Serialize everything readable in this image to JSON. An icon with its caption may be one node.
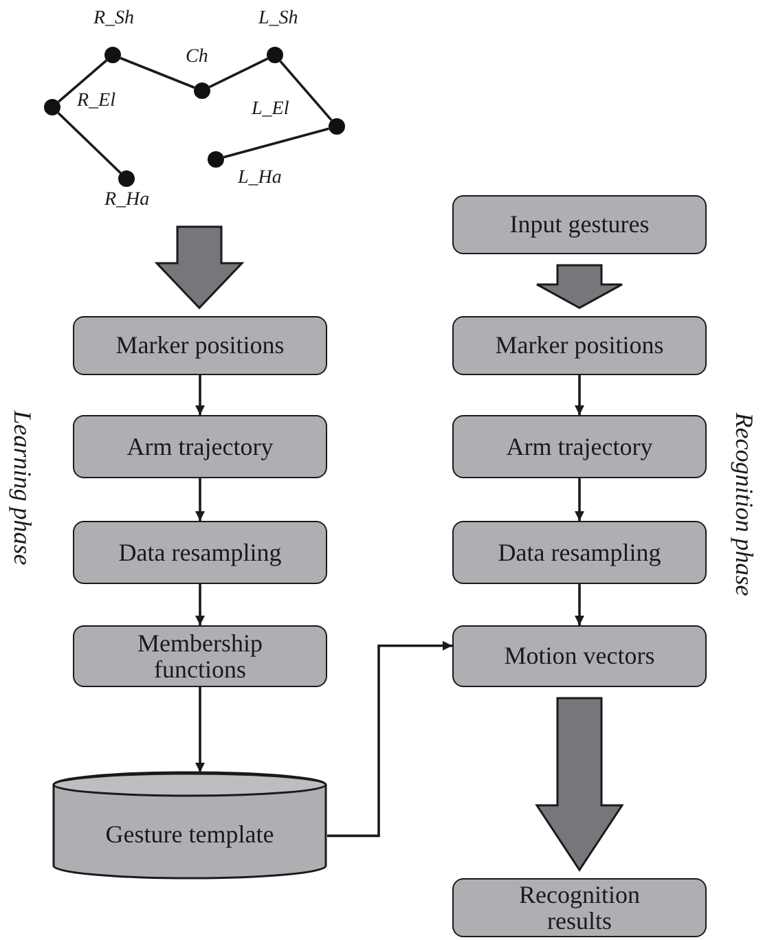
{
  "diagram": {
    "nodes": [
      {
        "text": [],
        "shape": "circle",
        "beside": [
          "R_Sh"
        ]
      },
      {
        "text": [],
        "shape": "circle",
        "beside": [
          "Ch"
        ]
      },
      {
        "text": [],
        "shape": "circle",
        "beside": [
          "L_Sh"
        ]
      },
      {
        "text": [],
        "shape": "circle",
        "beside": [
          "R_El"
        ]
      },
      {
        "text": [],
        "shape": "circle",
        "beside": [
          "L_El"
        ]
      },
      {
        "text": [],
        "shape": "circle",
        "beside": [
          "L_Ha"
        ]
      },
      {
        "text": [],
        "shape": "circle",
        "beside": [
          "R_Ha"
        ]
      },
      {
        "text": [
          "Input gestures"
        ]
      },
      {
        "text": [
          "Marker positions"
        ]
      },
      {
        "text": [
          "Marker positions"
        ]
      },
      {
        "text": [
          "Arm trajectory"
        ]
      },
      {
        "text": [
          "Arm trajectory"
        ]
      },
      {
        "text": [
          "Data resampling"
        ]
      },
      {
        "text": [
          "Data resampling"
        ]
      },
      {
        "text": [
          "Membership functions"
        ]
      },
      {
        "text": [
          "Motion vectors"
        ]
      },
      {
        "text": [
          "Gesture template"
        ]
      },
      {
        "text": [
          "Recognition results"
        ]
      }
    ],
    "edges": [
      {
        "from": 3,
        "to": 0,
        "arrow": "none"
      },
      {
        "from": 0,
        "to": 1,
        "arrow": "none"
      },
      {
        "from": 1,
        "to": 2,
        "arrow": "none"
      },
      {
        "from": 2,
        "to": 4,
        "arrow": "none"
      },
      {
        "from": 4,
        "to": 5,
        "arrow": "none"
      },
      {
        "from": 3,
        "to": 6,
        "arrow": "none"
      },
      {
        "from": null,
        "to": 8,
        "arrow": "to",
        "style": "thick"
      },
      {
        "from": 7,
        "to": 9,
        "arrow": "to",
        "style": "thick"
      },
      {
        "from": 8,
        "to": 10,
        "arrow": "to"
      },
      {
        "from": 10,
        "to": 12,
        "arrow": "to"
      },
      {
        "from": 12,
        "to": 14,
        "arrow": "to"
      },
      {
        "from": 14,
        "to": 16,
        "arrow": "to"
      },
      {
        "from": 9,
        "to": 11,
        "arrow": "to"
      },
      {
        "from": 11,
        "to": 13,
        "arrow": "to"
      },
      {
        "from": 13,
        "to": 15,
        "arrow": "to"
      },
      {
        "from": 16,
        "to": 15,
        "arrow": "to"
      },
      {
        "from": 15,
        "to": 17,
        "arrow": "to",
        "style": "thick"
      }
    ],
    "labels": [
      "Learning phase",
      "Recognition phase"
    ]
  }
}
